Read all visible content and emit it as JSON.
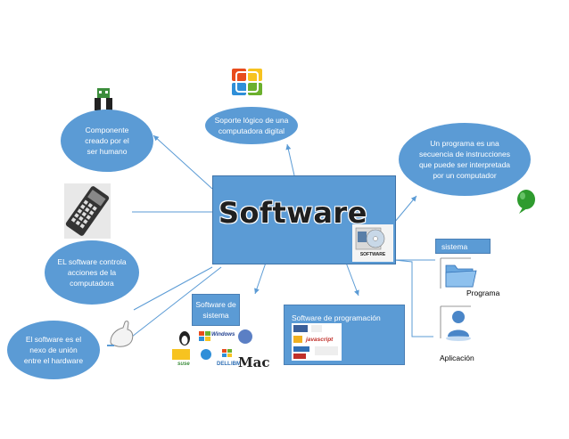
{
  "central": {
    "title": "Software",
    "box_label": "SOFTWARE"
  },
  "nodes": {
    "definition_top": "Soporte lógico de una\ncomputadora digital",
    "human_created": "Componente\ncreado por el\nser humano",
    "program_definition": "Un programa es una\nsecuencia de instrucciones\nque puede ser interpretada\npor un computador",
    "controls": "EL software controla\nacciones de la\ncomputadora",
    "nexus": "El software es el\nnexo de unión\nentre el hardware",
    "system_software": "Software de\nsistema",
    "programming_software": "Software de programación",
    "sistema_box": "sistema"
  },
  "captions": {
    "programa": "Programa",
    "aplicacion": "Aplicación"
  },
  "logos": {
    "windows": "Windows",
    "mac": "Mac",
    "dell": "DELL",
    "ibm": "IBM",
    "javascript": "javascript",
    "suse": "suse"
  },
  "colors": {
    "node_fill": "#5b9bd5",
    "node_text": "#ffffff",
    "connector": "#5b9bd5",
    "accent_green": "#2e9b2e"
  }
}
